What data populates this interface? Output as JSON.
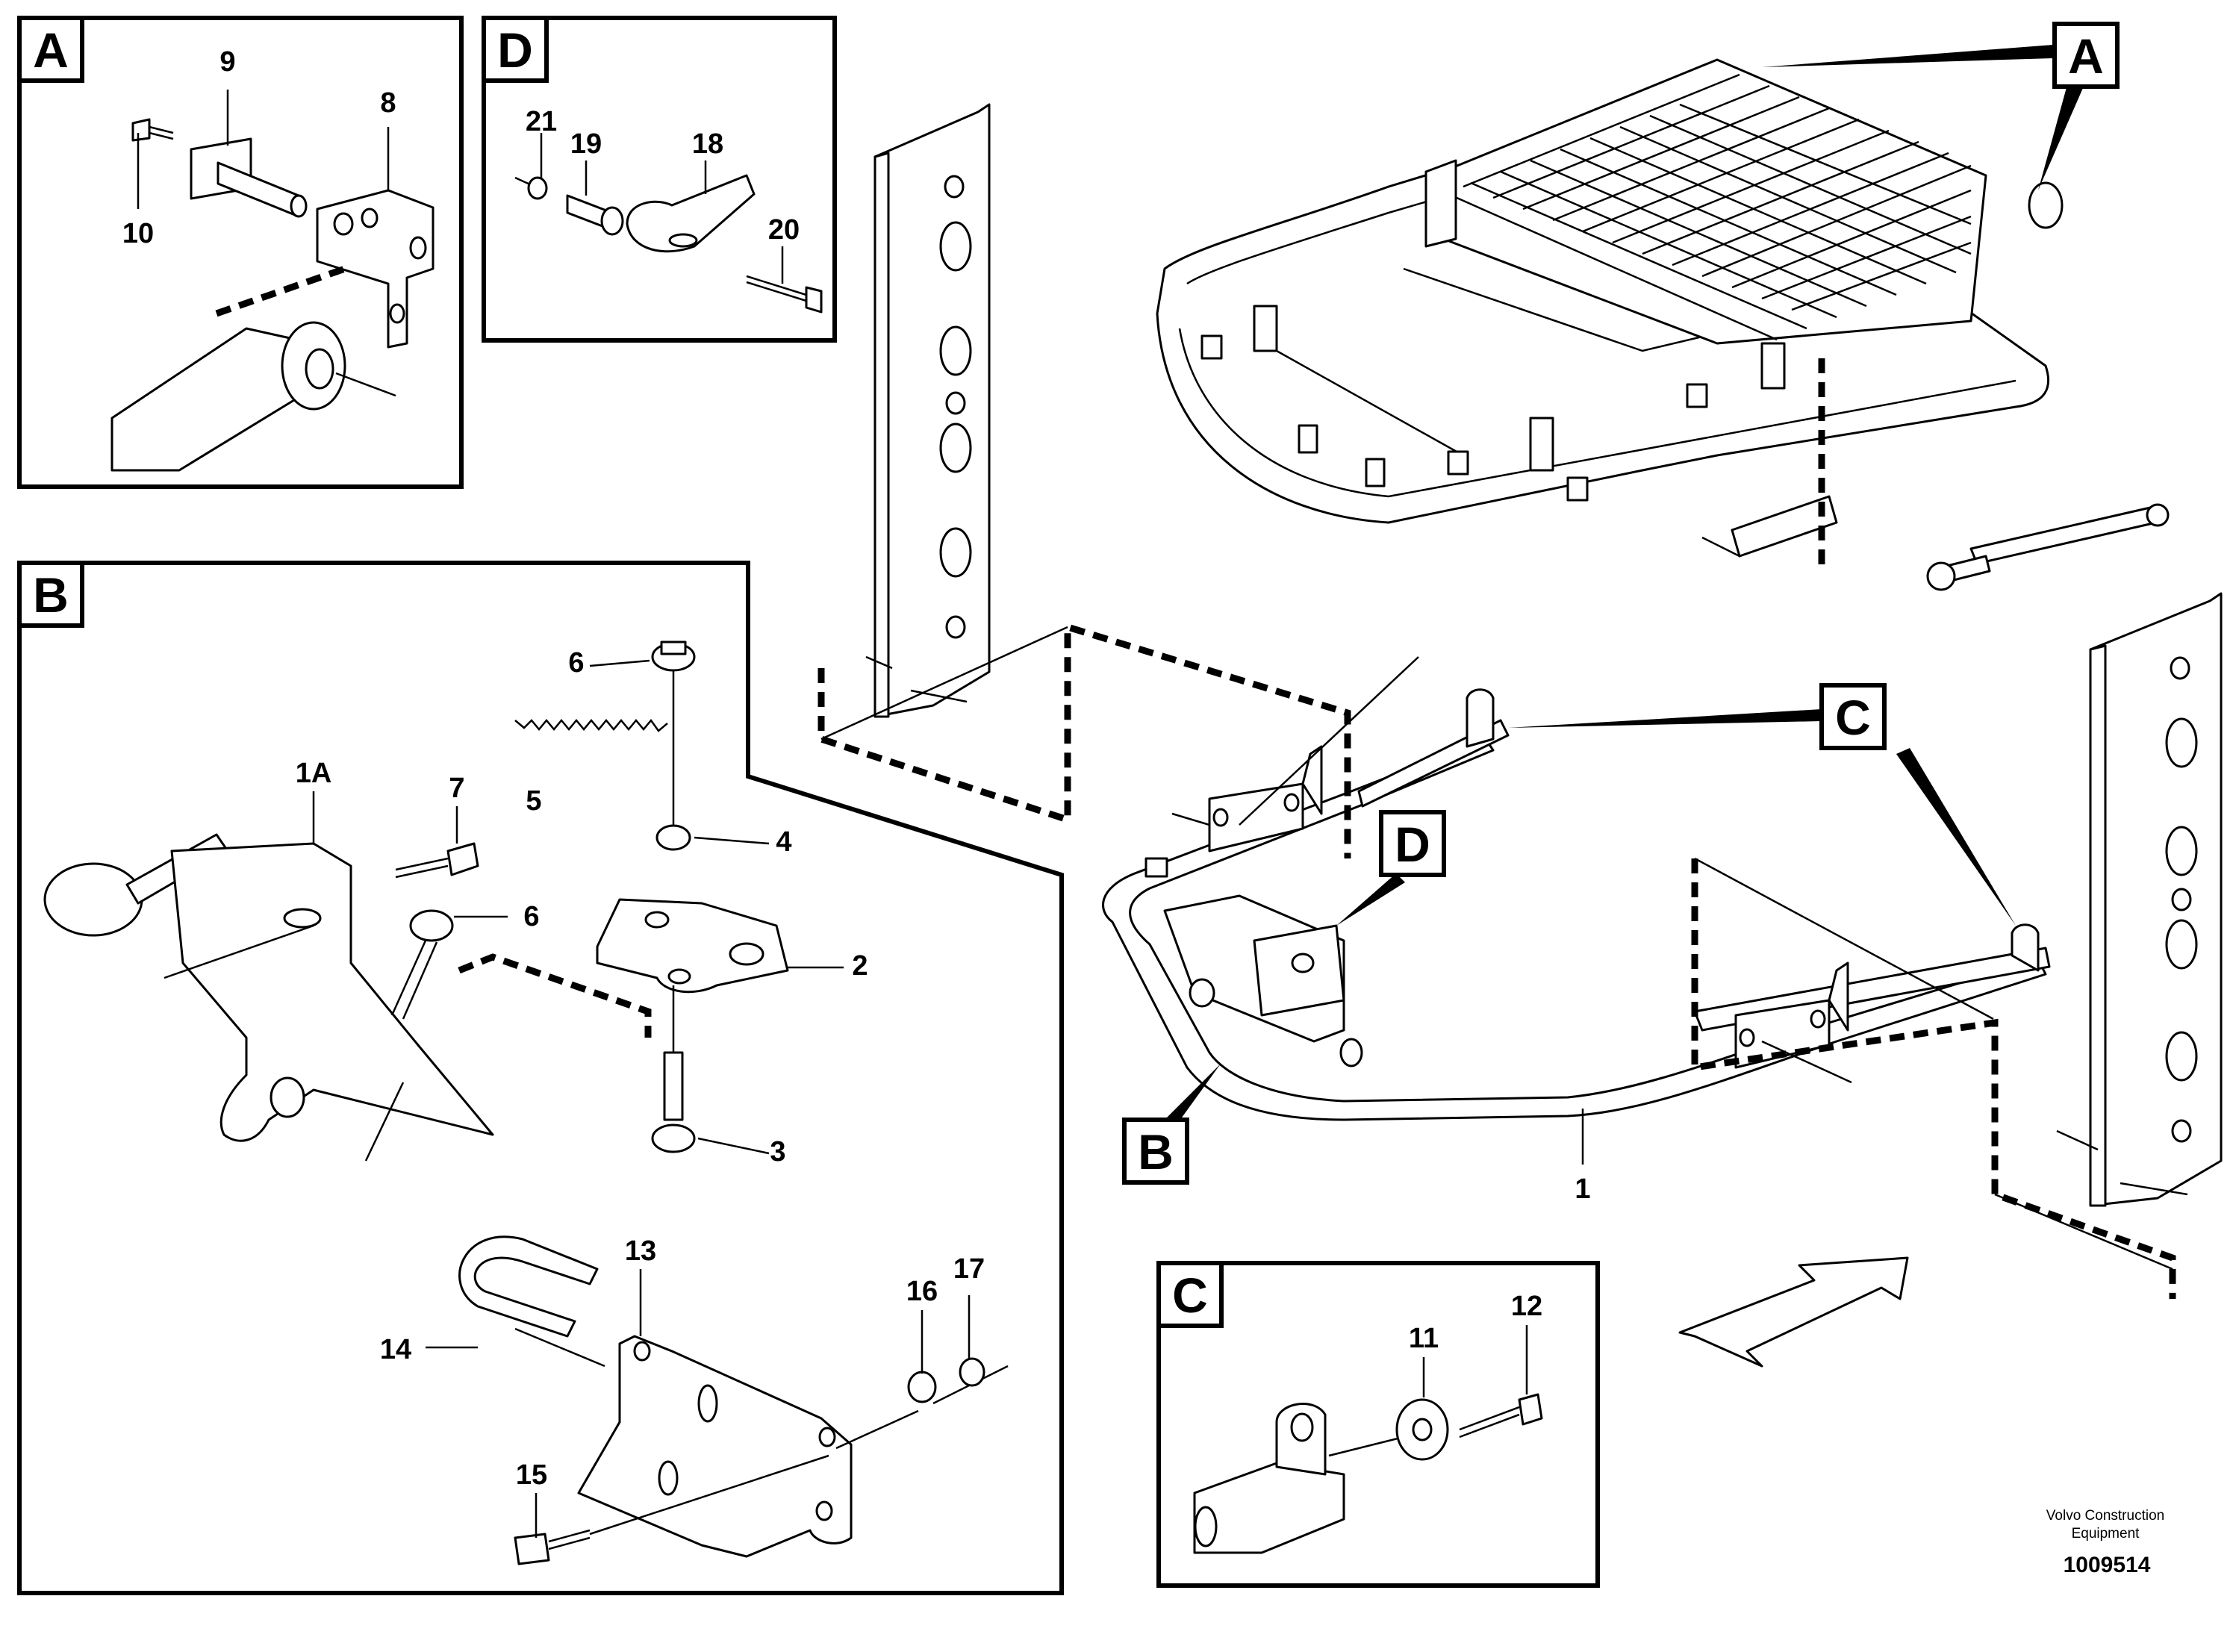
{
  "diagram": {
    "detail_boxes": [
      {
        "id": "detail-a",
        "letter": "A"
      },
      {
        "id": "detail-d",
        "letter": "D"
      },
      {
        "id": "detail-b",
        "letter": "B"
      },
      {
        "id": "detail-c",
        "letter": "C"
      }
    ],
    "main_pointers": [
      "A",
      "C",
      "D",
      "B"
    ],
    "callouts": {
      "c1": "1",
      "c1A": "1A",
      "c2": "2",
      "c3": "3",
      "c4": "4",
      "c5": "5",
      "c6a": "6",
      "c6b": "6",
      "c7": "7",
      "c8": "8",
      "c9": "9",
      "c10": "10",
      "c11": "11",
      "c12": "12",
      "c13": "13",
      "c14": "14",
      "c15": "15",
      "c16": "16",
      "c17": "17",
      "c18": "18",
      "c19": "19",
      "c20": "20",
      "c21": "21"
    }
  },
  "footer": {
    "company_line1": "Volvo Construction",
    "company_line2": "Equipment",
    "drawing_number": "1009514"
  }
}
